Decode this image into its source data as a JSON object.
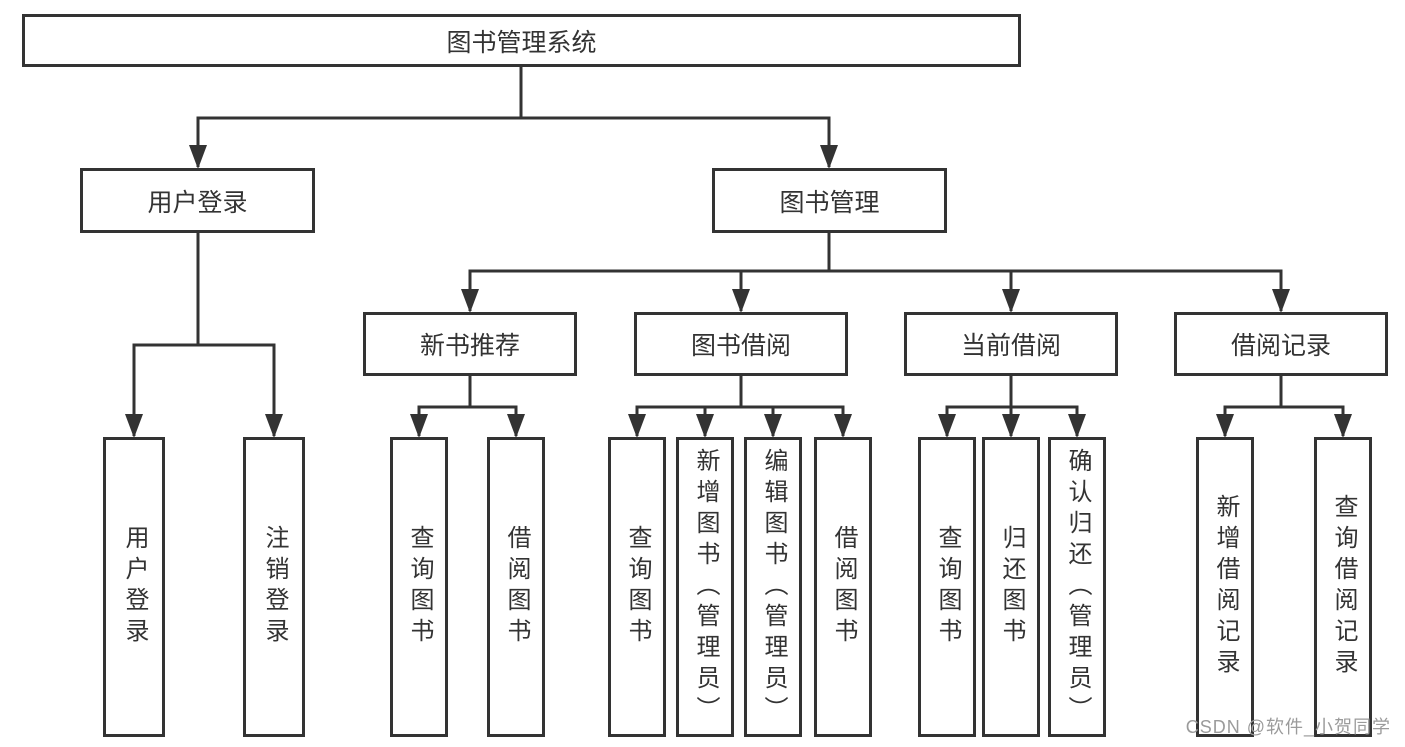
{
  "diagram": {
    "root": {
      "label": "图书管理系统"
    },
    "branches": [
      {
        "label": "用户登录",
        "children": [
          {
            "label": "用户登录"
          },
          {
            "label": "注销登录"
          }
        ]
      },
      {
        "label": "图书管理",
        "children": [
          {
            "label": "新书推荐",
            "children": [
              {
                "label": "查询图书"
              },
              {
                "label": "借阅图书"
              }
            ]
          },
          {
            "label": "图书借阅",
            "children": [
              {
                "label": "查询图书"
              },
              {
                "label": "新增图书（管理员）"
              },
              {
                "label": "编辑图书（管理员）"
              },
              {
                "label": "借阅图书"
              }
            ]
          },
          {
            "label": "当前借阅",
            "children": [
              {
                "label": "查询图书"
              },
              {
                "label": "归还图书"
              },
              {
                "label": "确认归还（管理员）"
              }
            ]
          },
          {
            "label": "借阅记录",
            "children": [
              {
                "label": "新增借阅记录"
              },
              {
                "label": "查询借阅记录"
              }
            ]
          }
        ]
      }
    ]
  },
  "colors": {
    "line": "#333333",
    "box_border": "#333333",
    "text": "#333333",
    "watermark": "#9b9b9b",
    "background": "#ffffff"
  },
  "watermark": {
    "text": "CSDN @软件_小贺同学"
  }
}
